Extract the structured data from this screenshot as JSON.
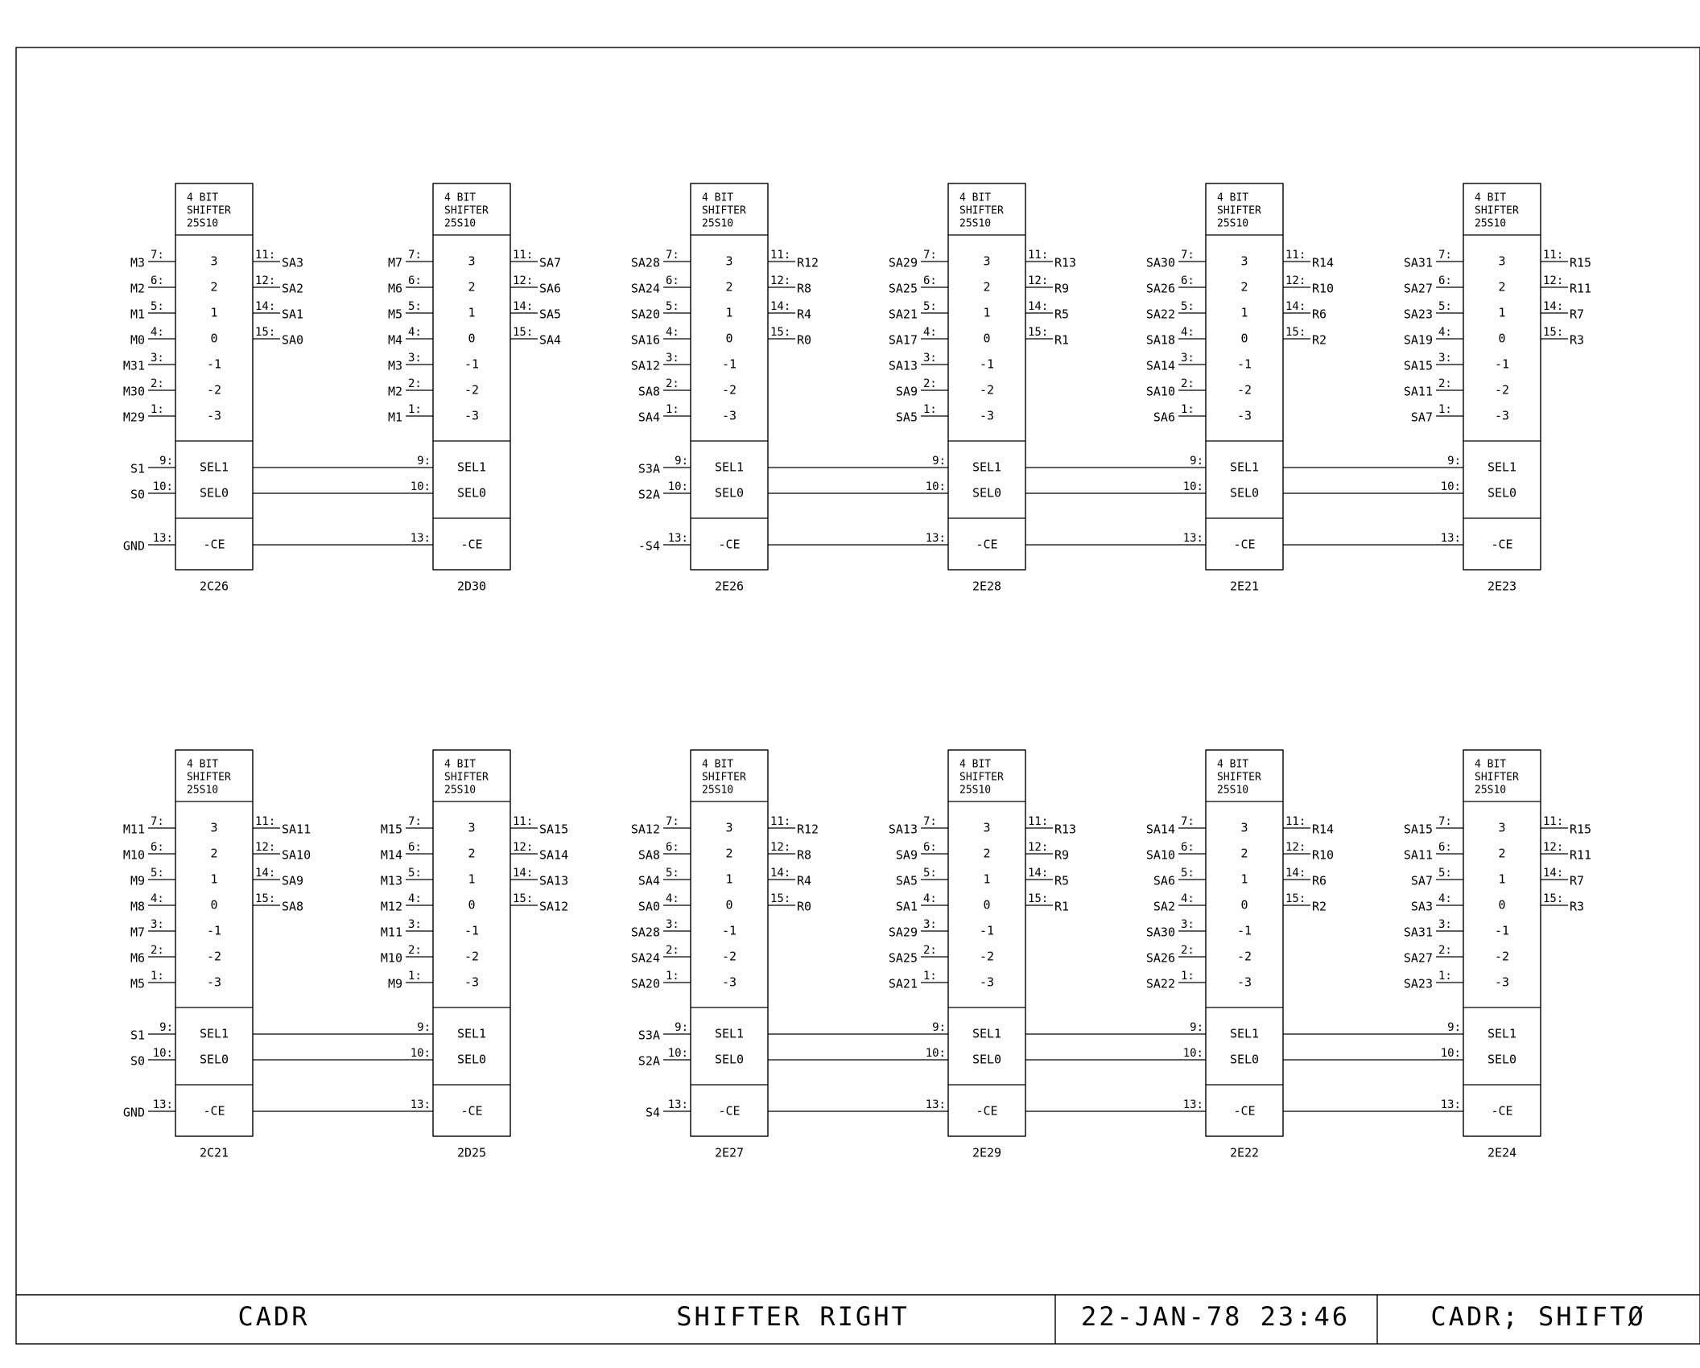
{
  "title_block": {
    "project": "CADR",
    "title": "SHIFTER RIGHT",
    "date": "22-JAN-78 23:46",
    "file": "CADR; SHIFTØ"
  },
  "chip": {
    "header": [
      "4 BIT",
      "SHIFTER",
      "25S10"
    ],
    "in_pins": [
      "7:",
      "6:",
      "5:",
      "4:",
      "3:",
      "2:",
      "1:"
    ],
    "out_pins": [
      "11:",
      "12:",
      "14:",
      "15:"
    ],
    "shifts": [
      "3",
      "2",
      "1",
      "0",
      "-1",
      "-2",
      "-3"
    ],
    "sel_pins": [
      "9:",
      "10:"
    ],
    "sel_labels": [
      "SEL1",
      "SEL0"
    ],
    "ce_pin": "13:",
    "ce_label": "-CE"
  },
  "rows": [
    {
      "groups": [
        {
          "sel_nets": [
            "S1",
            "S0"
          ],
          "ce_net": "GND",
          "chips": [
            {
              "ref": "2C26",
              "inputs": [
                "M3",
                "M2",
                "M1",
                "M0",
                "M31",
                "M30",
                "M29"
              ],
              "outputs": [
                "SA3",
                "SA2",
                "SA1",
                "SA0"
              ]
            },
            {
              "ref": "2D30",
              "inputs": [
                "M7",
                "M6",
                "M5",
                "M4",
                "M3",
                "M2",
                "M1"
              ],
              "outputs": [
                "SA7",
                "SA6",
                "SA5",
                "SA4"
              ]
            }
          ]
        },
        {
          "sel_nets": [
            "S3A",
            "S2A"
          ],
          "ce_net": "-S4",
          "chips": [
            {
              "ref": "2E26",
              "inputs": [
                "SA28",
                "SA24",
                "SA20",
                "SA16",
                "SA12",
                "SA8",
                "SA4"
              ],
              "outputs": [
                "R12",
                "R8",
                "R4",
                "R0"
              ]
            },
            {
              "ref": "2E28",
              "inputs": [
                "SA29",
                "SA25",
                "SA21",
                "SA17",
                "SA13",
                "SA9",
                "SA5"
              ],
              "outputs": [
                "R13",
                "R9",
                "R5",
                "R1"
              ]
            },
            {
              "ref": "2E21",
              "inputs": [
                "SA30",
                "SA26",
                "SA22",
                "SA18",
                "SA14",
                "SA10",
                "SA6"
              ],
              "outputs": [
                "R14",
                "R10",
                "R6",
                "R2"
              ]
            },
            {
              "ref": "2E23",
              "inputs": [
                "SA31",
                "SA27",
                "SA23",
                "SA19",
                "SA15",
                "SA11",
                "SA7"
              ],
              "outputs": [
                "R15",
                "R11",
                "R7",
                "R3"
              ]
            }
          ]
        }
      ]
    },
    {
      "groups": [
        {
          "sel_nets": [
            "S1",
            "S0"
          ],
          "ce_net": "GND",
          "chips": [
            {
              "ref": "2C21",
              "inputs": [
                "M11",
                "M10",
                "M9",
                "M8",
                "M7",
                "M6",
                "M5"
              ],
              "outputs": [
                "SA11",
                "SA10",
                "SA9",
                "SA8"
              ]
            },
            {
              "ref": "2D25",
              "inputs": [
                "M15",
                "M14",
                "M13",
                "M12",
                "M11",
                "M10",
                "M9"
              ],
              "outputs": [
                "SA15",
                "SA14",
                "SA13",
                "SA12"
              ]
            }
          ]
        },
        {
          "sel_nets": [
            "S3A",
            "S2A"
          ],
          "ce_net": "S4",
          "chips": [
            {
              "ref": "2E27",
              "inputs": [
                "SA12",
                "SA8",
                "SA4",
                "SA0",
                "SA28",
                "SA24",
                "SA20"
              ],
              "outputs": [
                "R12",
                "R8",
                "R4",
                "R0"
              ]
            },
            {
              "ref": "2E29",
              "inputs": [
                "SA13",
                "SA9",
                "SA5",
                "SA1",
                "SA29",
                "SA25",
                "SA21"
              ],
              "outputs": [
                "R13",
                "R9",
                "R5",
                "R1"
              ]
            },
            {
              "ref": "2E22",
              "inputs": [
                "SA14",
                "SA10",
                "SA6",
                "SA2",
                "SA30",
                "SA26",
                "SA22"
              ],
              "outputs": [
                "R14",
                "R10",
                "R6",
                "R2"
              ]
            },
            {
              "ref": "2E24",
              "inputs": [
                "SA15",
                "SA11",
                "SA7",
                "SA3",
                "SA31",
                "SA27",
                "SA23"
              ],
              "outputs": [
                "R15",
                "R11",
                "R7",
                "R3"
              ]
            }
          ]
        }
      ]
    }
  ]
}
